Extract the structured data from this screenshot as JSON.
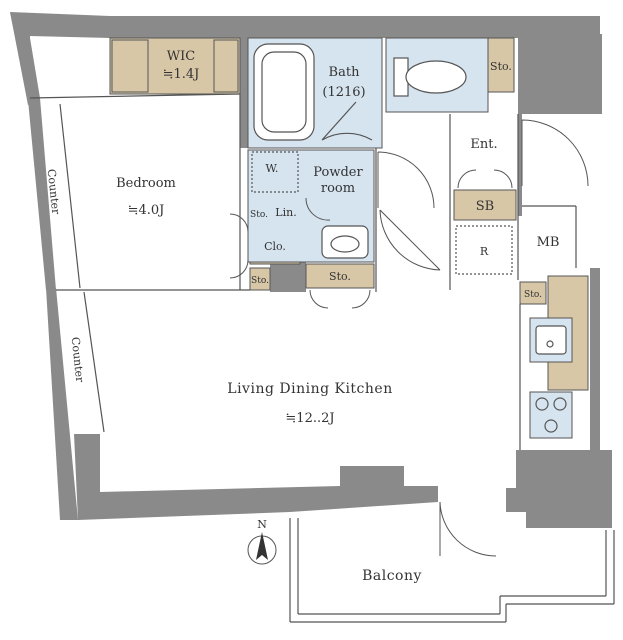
{
  "rooms": {
    "wic": {
      "name": "WIC",
      "area": "≒1.4J"
    },
    "bath": {
      "name": "Bath",
      "size": "(1216)"
    },
    "toilet_storage": "Sto.",
    "entrance": "Ent.",
    "bedroom": {
      "name": "Bedroom",
      "area": "≒4.0J"
    },
    "powder": {
      "line1": "Powder",
      "line2": "room"
    },
    "washer": "W.",
    "linen": "Lin.",
    "small_storage": "Sto.",
    "closet": "Clo.",
    "bedroom_storage": "Sto.",
    "hall_storage": "Sto.",
    "shoe_box": "SB",
    "refrigerator": "R",
    "mb": "MB",
    "kitchen_storage": "Sto.",
    "counter_upper": "Counter",
    "counter_lower": "Counter",
    "ldk": {
      "name": "Living Dining Kitchen",
      "area": "≒12..2J"
    },
    "balcony": "Balcony"
  },
  "compass": {
    "label": "N"
  },
  "colors": {
    "wall": "#8a8a8a",
    "storage": "#d8c7a6",
    "wet": "#d6e4f0",
    "line": "#555555",
    "floor": "#ffffff"
  }
}
